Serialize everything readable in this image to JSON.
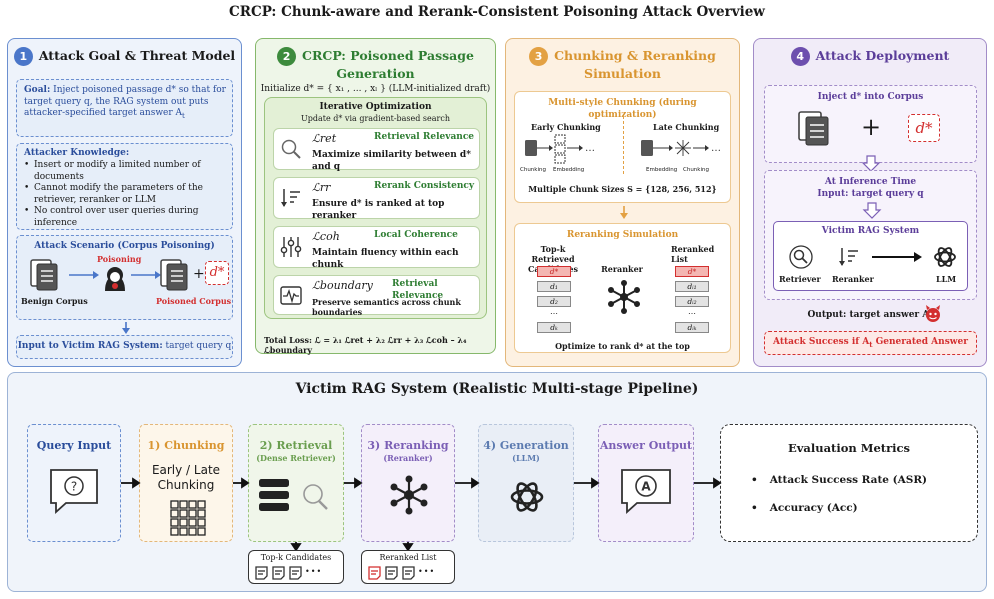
{
  "title": "CRCP: Chunk-aware and Rerank-Consistent Poisoning Attack Overview",
  "colors": {
    "blue": "#2a4d9b",
    "green": "#2e7d32",
    "orange": "#e3a143",
    "purple": "#5b3d99",
    "red": "#d32f2f"
  },
  "panel1": {
    "num": "1",
    "title": "Attack Goal & Threat Model",
    "goal_label": "Goal:",
    "goal_text": "Inject poisoned passage d* so that for target query q, the RAG system out puts attacker-specified target answer A",
    "goal_sub": "t",
    "knowledge_title": "Attacker Knowledge:",
    "knowledge": [
      "Insert or modify a limited number of documents",
      "Cannot modify the parameters of the retriever, reranker or LLM",
      "No control over user queries during inference"
    ],
    "scenario_title": "Attack Scenario (Corpus Poisoning)",
    "poisoning": "Poisoning",
    "benign": "Benign Corpus",
    "poisoned": "Poisoned Corpus",
    "plus": "+",
    "dstar": "d*",
    "input_label": "Input to Victim RAG System:",
    "input_text": "target query q"
  },
  "panel2": {
    "num": "2",
    "title": "CRCP: Poisoned Passage Generation",
    "init": "Initialize  d* = { x₁ , ... , xₗ } (LLM-initialized draft)",
    "iter_title": "Iterative Optimization",
    "iter_sub": "Update d* via gradient-based search",
    "items": [
      {
        "loss": "ℒret",
        "name": "Retrieval Relevance",
        "desc": "Maximize similarity between d* and q",
        "icon": "magnifier-icon"
      },
      {
        "loss": "ℒrr",
        "name": "Rerank Consistency",
        "desc": "Ensure d* is ranked at top reranker",
        "icon": "sort-icon"
      },
      {
        "loss": "ℒcoh",
        "name": "Local Coherence",
        "desc": "Maintain fluency within each chunk",
        "icon": "sliders-icon"
      },
      {
        "loss": "ℒboundary",
        "name": "Retrieval Relevance",
        "desc": "Preserve semantics across chunk boundaries",
        "icon": "waveform-icon"
      }
    ],
    "total_loss": "Total Loss: ℒ = λ₁ ℒret + λ₂ ℒrr + λ₃ ℒcoh – λ₄ ℒboundary"
  },
  "panel3": {
    "num": "3",
    "title": "Chunking & Reranking Simulation",
    "multi_title": "Multi-style Chunking (during optimization)",
    "early": "Early Chunking",
    "late": "Late Chunking",
    "chunking": "Chunking",
    "embedding": "Embedding",
    "dots": "...",
    "sizes": "Multiple Chunk Sizes S = {128, 256, 512}",
    "rerank_title": "Reranking Simulation",
    "topk": "Top-k Retrieved Candidates",
    "reranked": "Reranked List",
    "reranker": "Reranker",
    "left_list": [
      "d*",
      "d₁",
      "d₂",
      "⋯",
      "dₖ"
    ],
    "right_list": [
      "d*",
      "dᵢ₁",
      "dᵢ₂",
      "⋯",
      "dᵢₖ"
    ],
    "optimize": "Optimize to rank d* at the top"
  },
  "panel4": {
    "num": "4",
    "title": "Attack Deployment",
    "inject": "Inject d* into Corpus",
    "plus": "+",
    "dstar": "d*",
    "inference": "At Inference Time",
    "input": "Input: target query q",
    "victim": "Victim RAG System",
    "retriever": "Retriever",
    "reranker": "Reranker",
    "llm": "LLM",
    "output": "Output: target answer A",
    "output_sub": "t",
    "success": "Attack Success if A",
    "success_sub": "t",
    "success_tail": " Generated Answer"
  },
  "bottom": {
    "title": "Victim RAG System (Realistic Multi-stage Pipeline)",
    "query": "Query Input",
    "chunking": "1) Chunking",
    "chunk_text_1": "Early / Late",
    "chunk_text_2": "Chunking",
    "retrieval": "2) Retrieval",
    "retrieval_sub": "(Dense Retriever)",
    "reranking": "3) Reranking",
    "reranking_sub": "(Reranker)",
    "generation": "4) Generation",
    "generation_sub": "(LLM)",
    "answer": "Answer Output",
    "topk": "Top-k Candidates",
    "reranked": "Reranked List",
    "ellipsis": "•••",
    "metrics_title": "Evaluation Metrics",
    "metrics": [
      "Attack Success Rate (ASR)",
      "Accuracy (Acc)"
    ]
  }
}
